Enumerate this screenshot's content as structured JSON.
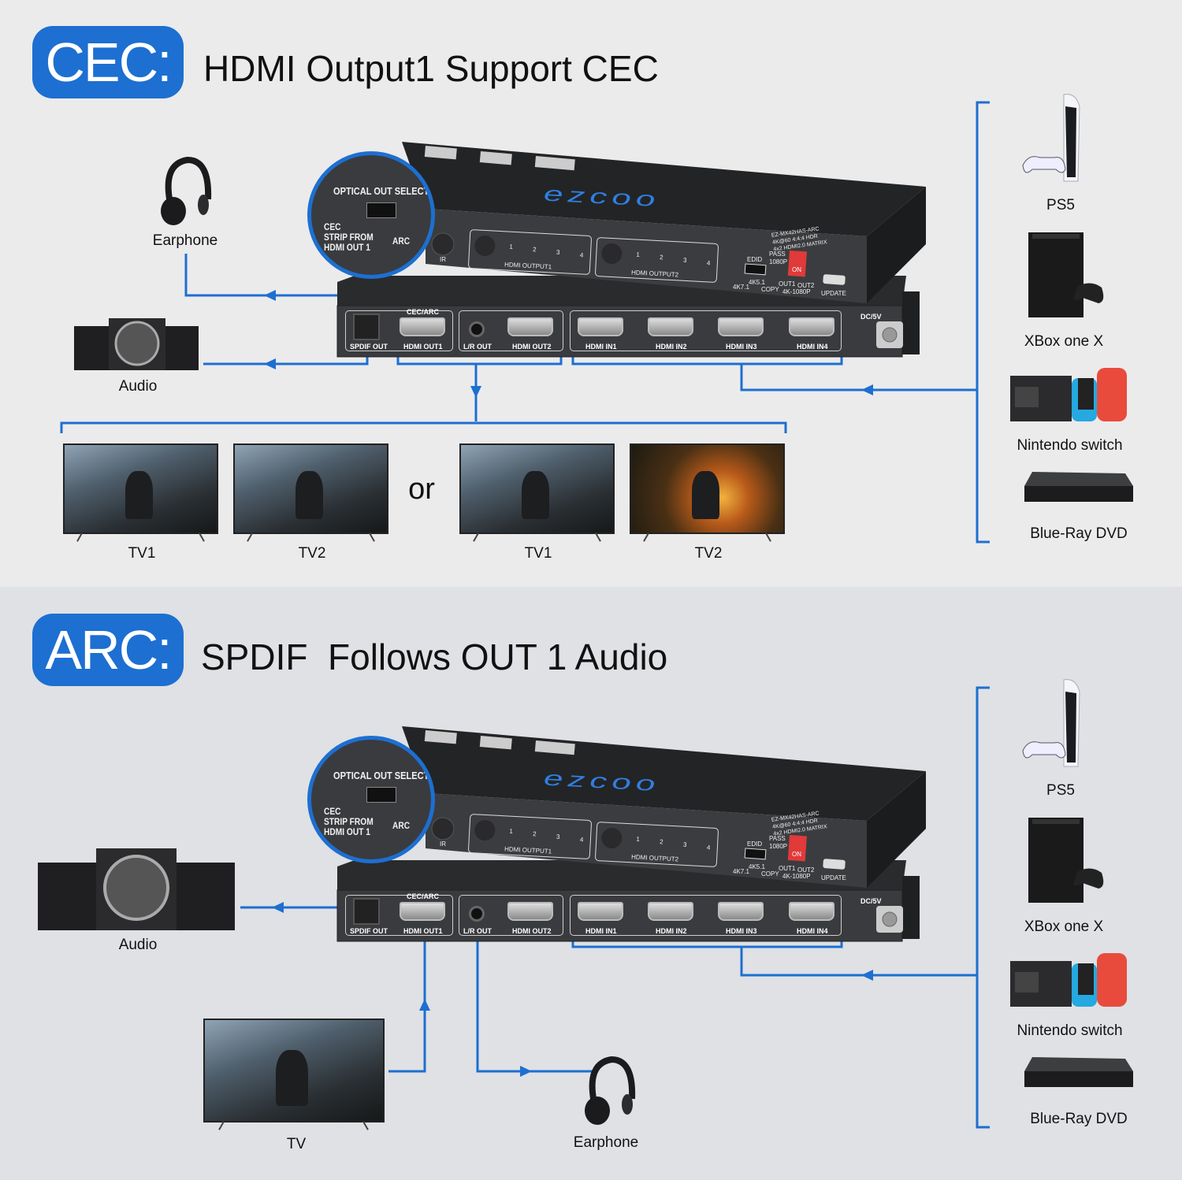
{
  "cec_section": {
    "badge": "CEC:",
    "title": "HDMI Output1 Support CEC",
    "earphone": "Earphone",
    "audio": "Audio",
    "or": "or",
    "tvs": [
      "TV1",
      "TV2",
      "TV1",
      "TV2"
    ]
  },
  "arc_section": {
    "badge": "ARC:",
    "title": "SPDIF  Follows OUT 1 Audio",
    "audio": "Audio",
    "tv": "TV",
    "earphone": "Earphone"
  },
  "sources": [
    "PS5",
    "XBox one X",
    "Nintendo switch",
    "Blue-Ray DVD"
  ],
  "device": {
    "brand": "ezcoo",
    "callout": {
      "title": "OPTICAL OUT SELECT",
      "cec": "CEC",
      "strip": "STRIP FROM",
      "out": "HDMI OUT 1",
      "arc": "ARC"
    },
    "ir": "IR",
    "output1": "HDMI OUTPUT1",
    "output2": "HDMI OUTPUT2",
    "leds": [
      "1",
      "2",
      "3",
      "4"
    ],
    "model": [
      "EZ-MX42HAS-ARC",
      "4K@60 4:4:4 HDR",
      "4x2 HDMI2.0 MATRIX"
    ],
    "edid": "EDID",
    "pass": "PASS",
    "p1080": "1080P",
    "k47": "4K7.1",
    "k451": "4K5.1",
    "copy": "COPY",
    "out1": "OUT1",
    "out2": "OUT2",
    "k1080": "4K-1080P",
    "on": "ON",
    "update": "UPDATE",
    "cec_arc": "CEC/ARC",
    "ports": {
      "spdif": "SPDIF OUT",
      "out1": "HDMI OUT1",
      "lr": "L/R OUT",
      "out2": "HDMI OUT2",
      "in1": "HDMI IN1",
      "in2": "HDMI IN2",
      "in3": "HDMI IN3",
      "in4": "HDMI IN4",
      "dc": "DC/5V"
    }
  },
  "colors": {
    "accent": "#1d6fd1",
    "device": "#2f3033"
  }
}
